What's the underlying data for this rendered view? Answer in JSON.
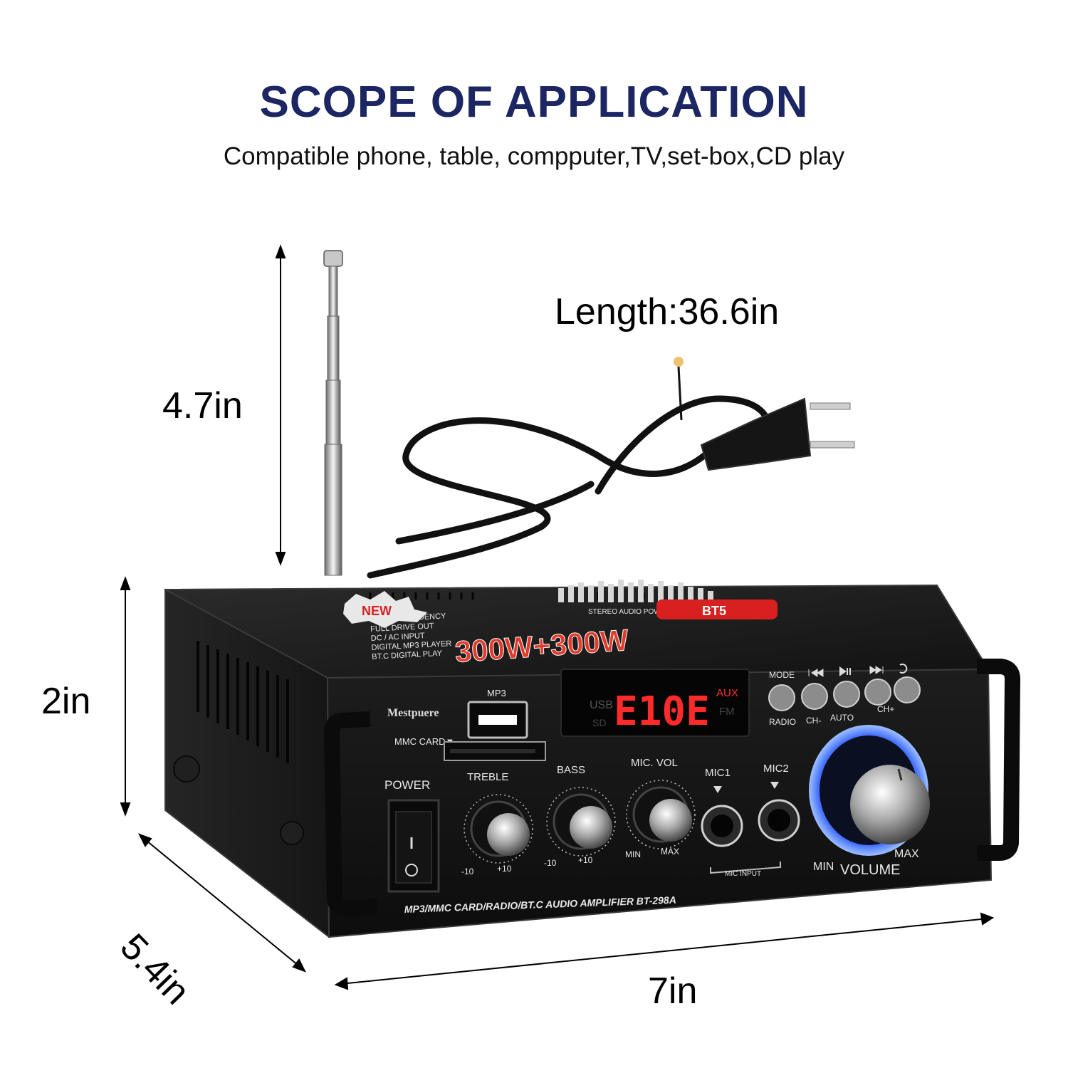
{
  "header": {
    "title": "SCOPE OF APPLICATION",
    "subtitle": "Compatible phone, table, compputer,TV,set-box,CD play"
  },
  "dimensions": {
    "length": "Length:36.6in",
    "antenna_height": "4.7in",
    "body_height": "2in",
    "depth": "5.4in",
    "width": "7in"
  },
  "device": {
    "brand": "Mestpuere",
    "mp3_label": "MP3",
    "mmc_label": "MMC CARD▼",
    "power_label": "POWER",
    "treble_label": "TREBLE",
    "bass_label": "BASS",
    "mic_vol_label": "MIC. VOL",
    "mic1_label": "MIC1",
    "mic2_label": "MIC2",
    "mic_input_label": "MIC INPUT",
    "mode_label": "MODE",
    "radio_label": "RADIO",
    "ch_minus_label": "CH-",
    "auto_label": "AUTO",
    "ch_plus_label": "CH+",
    "volume_label": "VOLUME",
    "min_label": "MIN",
    "max_label": "MAX",
    "knob_min": "-10",
    "knob_max": "+10",
    "display_value": "E10E",
    "display_usb": "USB",
    "display_sd": "SD",
    "display_aux": "AUX",
    "display_fm": "FM",
    "model_text": "MP3/MMC CARD/RADIO/BT.C AUDIO AMPLIFIER BT-298A",
    "power_rating": "300W+300W",
    "new_badge": "NEW",
    "features": [
      "RADIO FREQUENCY",
      "FULL DRIVE OUT",
      "DC / AC INPUT",
      "DIGITAL MP3 PLAYER",
      "BT.C DIGITAL PLAY"
    ],
    "top_label": "STEREO AUDIO POWER AMPLIFIER",
    "bt_label": "BT5"
  },
  "colors": {
    "title": "#1b2663",
    "display_red": "#ff2a2a",
    "volume_glow": "#2a5cff",
    "body": "#1a1a1a"
  }
}
